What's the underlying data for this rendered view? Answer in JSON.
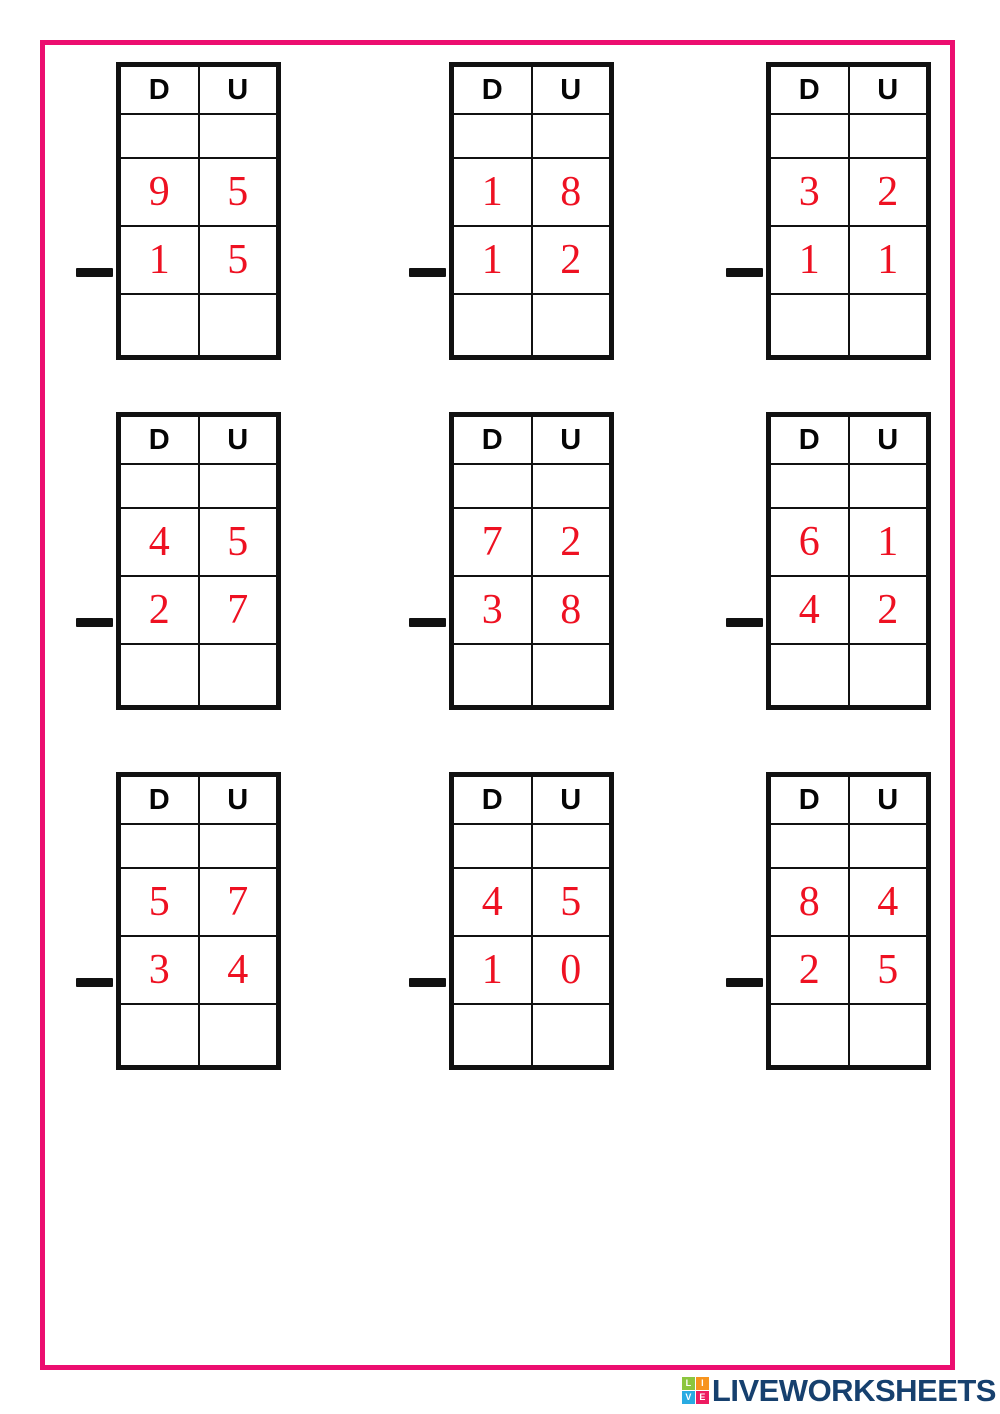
{
  "worksheet": {
    "frame_color": "#ec0e70",
    "digit_color": "#ee1122",
    "header_color": "#050505",
    "minus_symbol": "—",
    "headers": [
      "D",
      "U"
    ],
    "problems": [
      {
        "id": "problem-1",
        "minuend": [
          "9",
          "5"
        ],
        "subtrahend": [
          "1",
          "5"
        ],
        "carry": [
          "",
          ""
        ],
        "answer": [
          "",
          ""
        ]
      },
      {
        "id": "problem-2",
        "minuend": [
          "1",
          "8"
        ],
        "subtrahend": [
          "1",
          "2"
        ],
        "carry": [
          "",
          ""
        ],
        "answer": [
          "",
          ""
        ]
      },
      {
        "id": "problem-3",
        "minuend": [
          "3",
          "2"
        ],
        "subtrahend": [
          "1",
          "1"
        ],
        "carry": [
          "",
          ""
        ],
        "answer": [
          "",
          ""
        ]
      },
      {
        "id": "problem-4",
        "minuend": [
          "4",
          "5"
        ],
        "subtrahend": [
          "2",
          "7"
        ],
        "carry": [
          "",
          ""
        ],
        "answer": [
          "",
          ""
        ]
      },
      {
        "id": "problem-5",
        "minuend": [
          "7",
          "2"
        ],
        "subtrahend": [
          "3",
          "8"
        ],
        "carry": [
          "",
          ""
        ],
        "answer": [
          "",
          ""
        ]
      },
      {
        "id": "problem-6",
        "minuend": [
          "6",
          "1"
        ],
        "subtrahend": [
          "4",
          "2"
        ],
        "carry": [
          "",
          ""
        ],
        "answer": [
          "",
          ""
        ]
      },
      {
        "id": "problem-7",
        "minuend": [
          "5",
          "7"
        ],
        "subtrahend": [
          "3",
          "4"
        ],
        "carry": [
          "",
          ""
        ],
        "answer": [
          "",
          ""
        ]
      },
      {
        "id": "problem-8",
        "minuend": [
          "4",
          "5"
        ],
        "subtrahend": [
          "1",
          "0"
        ],
        "carry": [
          "",
          ""
        ],
        "answer": [
          "",
          ""
        ]
      },
      {
        "id": "problem-9",
        "minuend": [
          "8",
          "4"
        ],
        "subtrahend": [
          "2",
          "5"
        ],
        "carry": [
          "",
          ""
        ],
        "answer": [
          "",
          ""
        ]
      }
    ]
  },
  "logo": {
    "tiles": [
      "L",
      "I",
      "V",
      "E"
    ],
    "tile_colors": [
      "#8cc63e",
      "#f7941e",
      "#29abe2",
      "#ed1c61"
    ],
    "wordmark": "LIVEWORKSHEETS",
    "wordmark_color": "#16406e"
  }
}
